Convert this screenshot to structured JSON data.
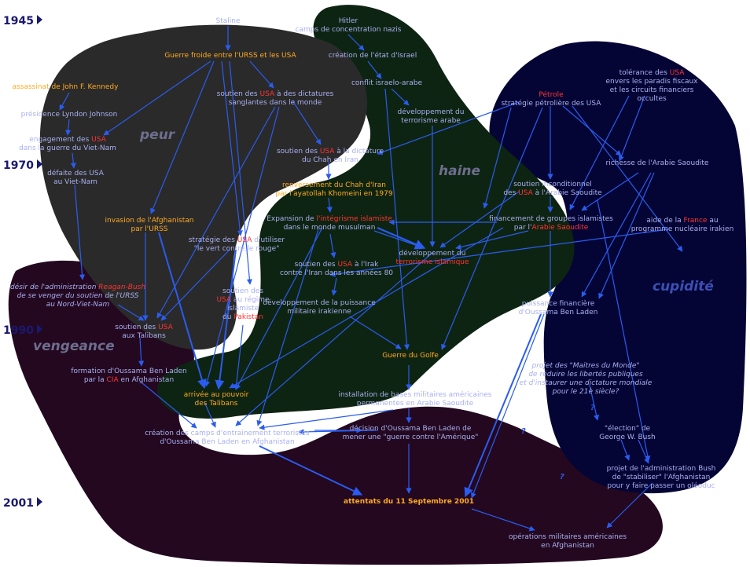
{
  "colors": {
    "peur": "#2a2a2a",
    "haine": "#0e2412",
    "cupidite": "#050535",
    "vengeance": "#230820",
    "arrow": "#2a5cf0",
    "text_normal": "#a9b0f0",
    "text_orange": "#ffaa22",
    "text_red": "#ff3333",
    "year": "#191970",
    "region_text": "#6e6e8e",
    "cupidite_text": "#3d4fb5"
  },
  "years": [
    {
      "id": "y1945",
      "label": "1945"
    },
    {
      "id": "y1970",
      "label": "1970"
    },
    {
      "id": "y1990",
      "label": "1990"
    },
    {
      "id": "y2001",
      "label": "2001"
    }
  ],
  "regions": [
    {
      "id": "peur",
      "label": "peur"
    },
    {
      "id": "haine",
      "label": "haine"
    },
    {
      "id": "cupidite",
      "label": "cupidité"
    },
    {
      "id": "vengeance",
      "label": "vengeance"
    }
  ],
  "nodes": [
    {
      "id": "staline",
      "lines": [
        [
          [
            "Staline",
            "n"
          ]
        ]
      ]
    },
    {
      "id": "hitler",
      "lines": [
        [
          [
            "Hitler",
            "n"
          ]
        ],
        [
          [
            "camps de concentration nazis",
            "n"
          ]
        ]
      ]
    },
    {
      "id": "guerre_froide",
      "lines": [
        [
          [
            "Guerre froide entre l'URSS et les USA",
            "o"
          ]
        ]
      ]
    },
    {
      "id": "creation_israel",
      "lines": [
        [
          [
            "création de l'état d'Israel",
            "n"
          ]
        ]
      ]
    },
    {
      "id": "kennedy",
      "lines": [
        [
          [
            "assassinat de John F. Kennedy",
            "o"
          ]
        ]
      ]
    },
    {
      "id": "conflit",
      "lines": [
        [
          [
            "conflit israelo-arabe",
            "n"
          ]
        ]
      ]
    },
    {
      "id": "soutien_dictatures",
      "lines": [
        [
          [
            "soutien des ",
            "n"
          ],
          [
            "USA",
            "r"
          ],
          [
            " à des dictatures",
            "n"
          ]
        ],
        [
          [
            "sanglantes dans le monde",
            "n"
          ]
        ]
      ]
    },
    {
      "id": "tolerance",
      "lines": [
        [
          [
            "tolérance des ",
            "n"
          ],
          [
            "USA",
            "r"
          ]
        ],
        [
          [
            "envers les paradis fiscaux",
            "n"
          ]
        ],
        [
          [
            "et les circuits financiers",
            "n"
          ]
        ],
        [
          [
            "occultes",
            "n"
          ]
        ]
      ]
    },
    {
      "id": "petrole",
      "lines": [
        [
          [
            "Pétrole",
            "r"
          ]
        ],
        [
          [
            "stratégie pétrolière des USA",
            "n"
          ]
        ]
      ]
    },
    {
      "id": "johnson",
      "lines": [
        [
          [
            "présidence Lyndon Johnson",
            "n"
          ]
        ]
      ]
    },
    {
      "id": "dev_terrorisme_arabe",
      "lines": [
        [
          [
            "développement du",
            "n"
          ]
        ],
        [
          [
            "terrorisme arabe",
            "n"
          ]
        ]
      ]
    },
    {
      "id": "engagement_vietnam",
      "lines": [
        [
          [
            "engagement des ",
            "n"
          ],
          [
            "USA",
            "r"
          ]
        ],
        [
          [
            "dans la guerre du Viet-Nam",
            "n"
          ]
        ]
      ]
    },
    {
      "id": "soutien_dictature_chah",
      "lines": [
        [
          [
            "soutien des ",
            "n"
          ],
          [
            "USA",
            "r"
          ],
          [
            " à la dictature",
            "n"
          ]
        ],
        [
          [
            "du Chah en Iran",
            "n"
          ]
        ]
      ]
    },
    {
      "id": "richesse_arabie",
      "lines": [
        [
          [
            "richesse de l'Arabie Saoudite",
            "n"
          ]
        ]
      ]
    },
    {
      "id": "defaite",
      "lines": [
        [
          [
            "défaite des USA",
            "n"
          ]
        ],
        [
          [
            "au Viet-Nam",
            "n"
          ]
        ]
      ]
    },
    {
      "id": "soutien_arabie",
      "lines": [
        [
          [
            "soutien inconditionnel",
            "n"
          ]
        ],
        [
          [
            "des ",
            "n"
          ],
          [
            "USA",
            "r"
          ],
          [
            " à l'Arabie Saoudite",
            "n"
          ]
        ]
      ]
    },
    {
      "id": "renversement",
      "lines": [
        [
          [
            "renversement du Chah d'Iran",
            "o"
          ]
        ],
        [
          [
            "par l'ayatollah Khomeini en 1979",
            "o"
          ]
        ]
      ]
    },
    {
      "id": "invasion_afgh",
      "lines": [
        [
          [
            "invasion de l'Afghanistan",
            "o"
          ]
        ],
        [
          [
            "par l'URSS",
            "o"
          ]
        ]
      ]
    },
    {
      "id": "expansion",
      "lines": [
        [
          [
            "Expansion de ",
            "n"
          ],
          [
            "l'intégrisme islamiste",
            "r"
          ]
        ],
        [
          [
            "dans le monde musulman",
            "n"
          ]
        ]
      ]
    },
    {
      "id": "financement",
      "lines": [
        [
          [
            "financement de groupes islamistes",
            "n"
          ]
        ],
        [
          [
            "par l'",
            "n"
          ],
          [
            "Arabie Saoudite",
            "r"
          ]
        ]
      ]
    },
    {
      "id": "aide_france",
      "lines": [
        [
          [
            "aide de la ",
            "n"
          ],
          [
            "France",
            "r"
          ],
          [
            " au",
            "n"
          ]
        ],
        [
          [
            "programme nucléaire irakien",
            "n"
          ]
        ]
      ]
    },
    {
      "id": "strategie_vert",
      "lines": [
        [
          [
            "stratégie des ",
            "n"
          ],
          [
            "USA",
            "r"
          ],
          [
            " d'utiliser",
            "n"
          ]
        ],
        [
          [
            "\"le vert contre le rouge\"",
            "n"
          ]
        ]
      ]
    },
    {
      "id": "dev_terrorisme_islamique",
      "lines": [
        [
          [
            "développement du",
            "n"
          ]
        ],
        [
          [
            "terrorisme islamique",
            "r"
          ]
        ]
      ]
    },
    {
      "id": "soutien_irak",
      "lines": [
        [
          [
            "soutien des ",
            "n"
          ],
          [
            "USA",
            "r"
          ],
          [
            " à l'Irak",
            "n"
          ]
        ],
        [
          [
            "contre l'Iran dans les années 80",
            "n"
          ]
        ]
      ]
    },
    {
      "id": "soutien_pakistan",
      "lines": [
        [
          [
            "soutien des",
            "n"
          ]
        ],
        [
          [
            "USA",
            "r"
          ],
          [
            " au régime",
            "n"
          ]
        ],
        [
          [
            "islamiste",
            "n"
          ]
        ],
        [
          [
            "du ",
            "n"
          ],
          [
            "Pakistan",
            "r"
          ]
        ]
      ]
    },
    {
      "id": "desir_admin",
      "lines": [
        [
          [
            "désir de l'administration ",
            "n"
          ],
          [
            "Reagan-Bush",
            "r"
          ]
        ],
        [
          [
            "de se venger du soutien de l'URSS",
            "n"
          ]
        ],
        [
          [
            "au Nord-Viet-Nam",
            "n"
          ]
        ]
      ]
    },
    {
      "id": "puissance_irakienne",
      "lines": [
        [
          [
            "développement de la puissance",
            "n"
          ]
        ],
        [
          [
            "militaire irakienne",
            "n"
          ]
        ]
      ]
    },
    {
      "id": "puissance_ben_laden",
      "lines": [
        [
          [
            "puissance financière",
            "n"
          ]
        ],
        [
          [
            "d'Oussama Ben Laden",
            "n"
          ]
        ]
      ]
    },
    {
      "id": "soutien_talibans",
      "lines": [
        [
          [
            "soutien des ",
            "n"
          ],
          [
            "USA",
            "r"
          ]
        ],
        [
          [
            "aux Talibans",
            "n"
          ]
        ]
      ]
    },
    {
      "id": "guerre_golfe",
      "lines": [
        [
          [
            "Guerre du Golfe",
            "o"
          ]
        ]
      ]
    },
    {
      "id": "maitres",
      "lines": [
        [
          [
            "projet des \"Maitres du Monde\"",
            "n"
          ]
        ],
        [
          [
            "de réduire les libertés publiques",
            "n"
          ]
        ],
        [
          [
            "et d'instaurer une dictature mondiale",
            "n"
          ]
        ],
        [
          [
            "pour le 21è siècle?",
            "n"
          ]
        ]
      ]
    },
    {
      "id": "formation",
      "lines": [
        [
          [
            "formation d'Oussama Ben Laden",
            "n"
          ]
        ],
        [
          [
            "par la ",
            "n"
          ],
          [
            "CIA",
            "r"
          ],
          [
            " en Afghanistan",
            "n"
          ]
        ]
      ]
    },
    {
      "id": "arrivee_talibans",
      "lines": [
        [
          [
            "arrivée au pouvoir",
            "o"
          ]
        ],
        [
          [
            "des Talibans",
            "o"
          ]
        ]
      ]
    },
    {
      "id": "installation_bases",
      "lines": [
        [
          [
            "installation de bases militaires américaines",
            "n"
          ]
        ],
        [
          [
            "permanentes en Arabie Saoudite",
            "n"
          ]
        ]
      ]
    },
    {
      "id": "election_bush",
      "lines": [
        [
          [
            "\"élection\" de",
            "n"
          ]
        ],
        [
          [
            "George W. Bush",
            "n"
          ]
        ]
      ]
    },
    {
      "id": "creation_camps",
      "lines": [
        [
          [
            "création des camps d'entrainement terroristes",
            "n"
          ]
        ],
        [
          [
            "d'Oussama Ben Laden en Afghanistan",
            "n"
          ]
        ]
      ]
    },
    {
      "id": "decision_ben_laden",
      "lines": [
        [
          [
            "décision d'Oussama Ben Laden de",
            "n"
          ]
        ],
        [
          [
            "mener une \"guerre contre l'Amérique\"",
            "n"
          ]
        ]
      ]
    },
    {
      "id": "projet_bush",
      "lines": [
        [
          [
            "projet de l'administration Bush",
            "n"
          ]
        ],
        [
          [
            "de \"stabiliser\" l'Afghanistan",
            "n"
          ]
        ],
        [
          [
            "pour y faire passer un oléoduc",
            "n"
          ]
        ]
      ]
    },
    {
      "id": "attentats",
      "lines": [
        [
          [
            "attentats du 11 Septembre 2001",
            "o"
          ]
        ]
      ]
    },
    {
      "id": "operations",
      "lines": [
        [
          [
            "opérations militaires américaines",
            "n"
          ]
        ],
        [
          [
            "en Afghanistan",
            "n"
          ]
        ]
      ]
    }
  ],
  "question_marks": [
    {
      "id": "q1",
      "label": "?"
    },
    {
      "id": "q2",
      "label": "?"
    },
    {
      "id": "q3",
      "label": "?"
    }
  ]
}
